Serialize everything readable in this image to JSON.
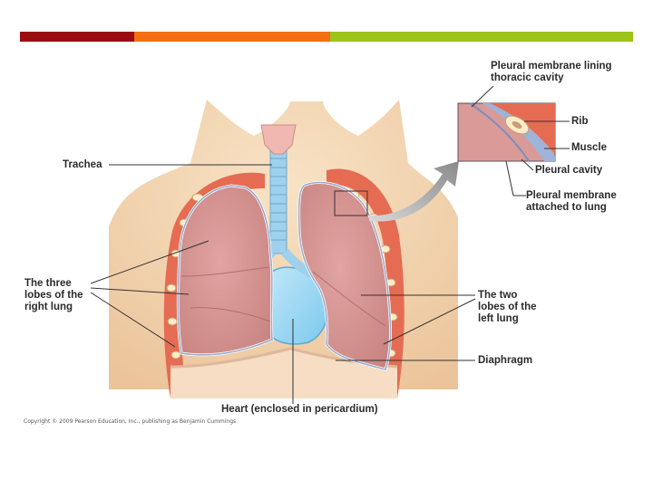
{
  "header_bar": {
    "colors": [
      "#9b0b12",
      "#f36f12",
      "#9cc419"
    ]
  },
  "labels": {
    "pleural_membrane_lining": "Pleural membrane lining\nthoracic cavity",
    "rib": "Rib",
    "muscle": "Muscle",
    "pleural_cavity": "Pleural cavity",
    "pleural_membrane_attached": "Pleural membrane\nattached to lung",
    "trachea": "Trachea",
    "right_lung": "The three\nlobes of the\nright lung",
    "left_lung": "The two\nlobes of the\nleft lung",
    "diaphragm": "Diaphragm",
    "heart": "Heart (enclosed in pericardium)"
  },
  "copyright": "Copyright © 2009 Pearson Education, Inc., publishing as Benjamin Cummings."
}
